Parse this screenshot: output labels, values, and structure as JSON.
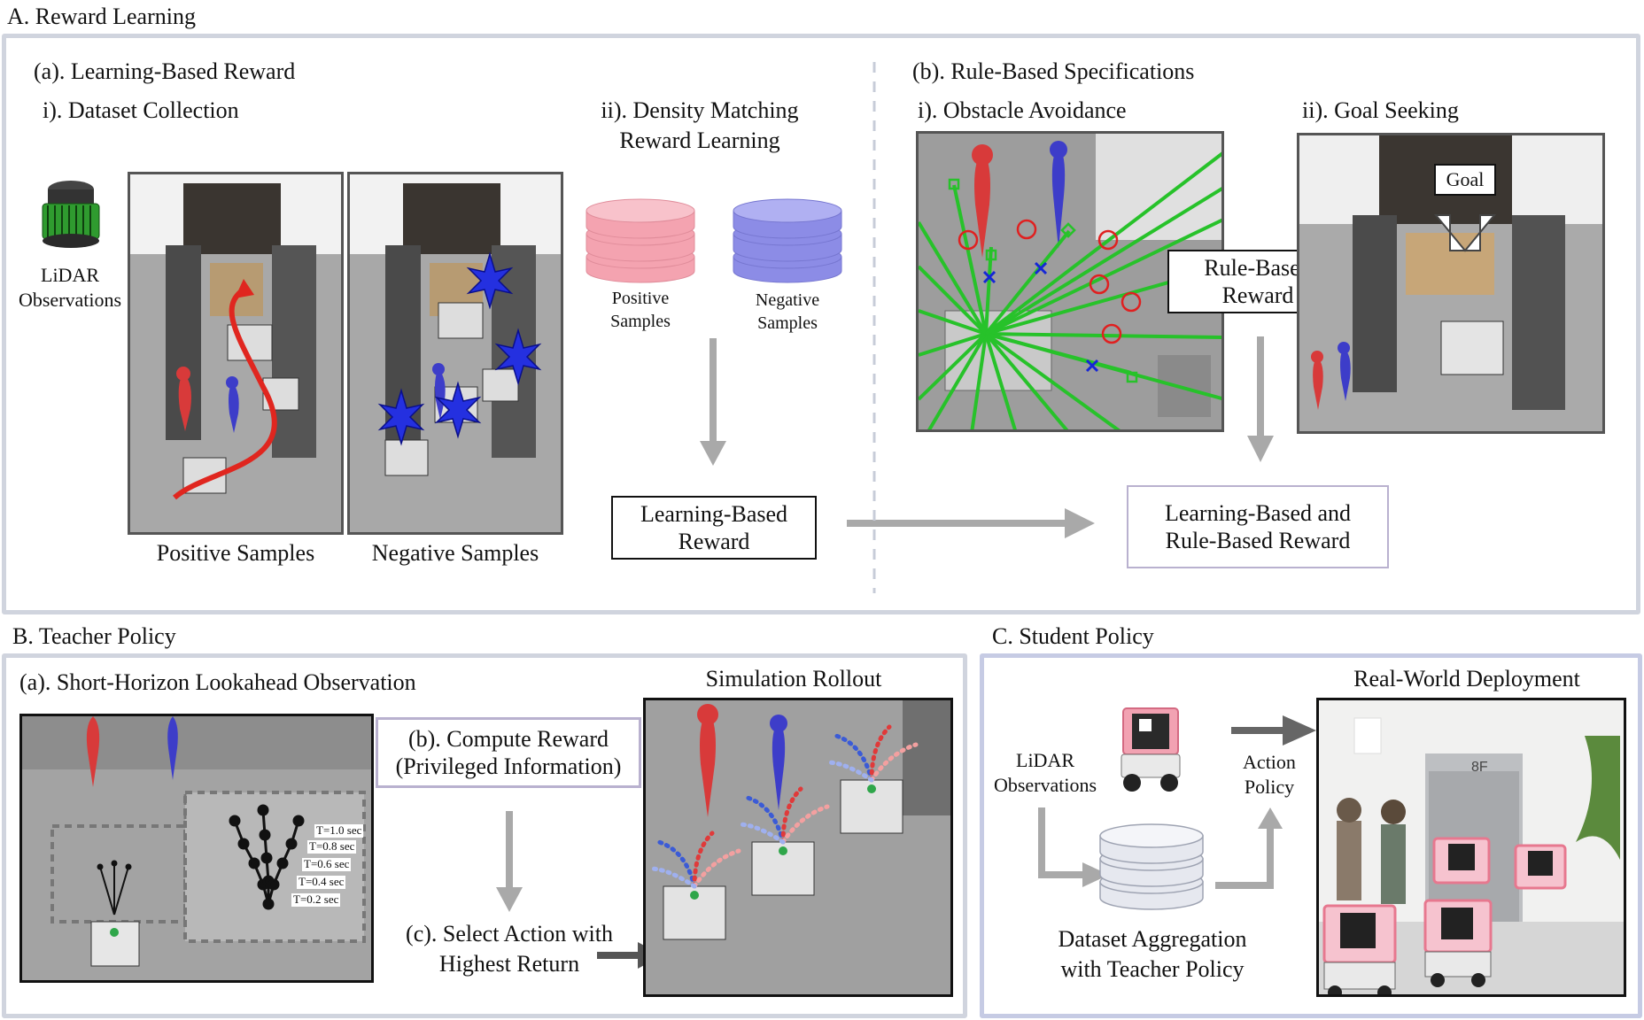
{
  "sections": {
    "A": {
      "title": "A. Reward Learning",
      "a_title": "(a). Learning-Based Reward",
      "a_i": "i). Dataset Collection",
      "a_ii_line1": "ii). Density Matching",
      "a_ii_line2": "Reward Learning",
      "lidar_line1": "LiDAR",
      "lidar_line2": "Observations",
      "positive_samples": "Positive Samples",
      "negative_samples": "Negative Samples",
      "db_pos_line1": "Positive",
      "db_pos_line2": "Samples",
      "db_neg_line1": "Negative",
      "db_neg_line2": "Samples",
      "lb_reward_line1": "Learning-Based",
      "lb_reward_line2": "Reward",
      "b_title": "(b). Rule-Based Specifications",
      "b_i": "i). Obstacle Avoidance",
      "b_ii": "ii). Goal Seeking",
      "goal": "Goal",
      "rb_reward_line1": "Rule-Based",
      "rb_reward_line2": "Reward",
      "combined_line1": "Learning-Based and",
      "combined_line2": "Rule-Based Reward"
    },
    "B": {
      "title": "B. Teacher Policy",
      "a_title": "(a). Short-Horizon Lookahead Observation",
      "b_line1": "(b). Compute Reward",
      "b_line2": "(Privileged Information)",
      "c_line1": "(c). Select Action with",
      "c_line2": "Highest Return",
      "sim_rollout": "Simulation Rollout",
      "time_labels": [
        "T=1.0 sec",
        "T=0.8 sec",
        "T=0.6 sec",
        "T=0.4 sec",
        "T=0.2 sec"
      ]
    },
    "C": {
      "title": "C. Student Policy",
      "lidar_line1": "LiDAR",
      "lidar_line2": "Observations",
      "action_line1": "Action",
      "action_line2": "Policy",
      "real_world": "Real-World Deployment",
      "dataset_line1": "Dataset Aggregation",
      "dataset_line2": "with Teacher Policy",
      "sign": "8F"
    }
  },
  "colors": {
    "panel_border": "#d0d4de",
    "panel_border_blue": "#c6cbe4",
    "arrow_gray": "#a9a9a9",
    "human_red": "#d83a3a",
    "human_blue": "#3d3dc9",
    "db_pink": "#f4a3b0",
    "db_blue": "#8c8ce6",
    "ray_green": "#27c22a",
    "star_blue": "#2430e0"
  }
}
